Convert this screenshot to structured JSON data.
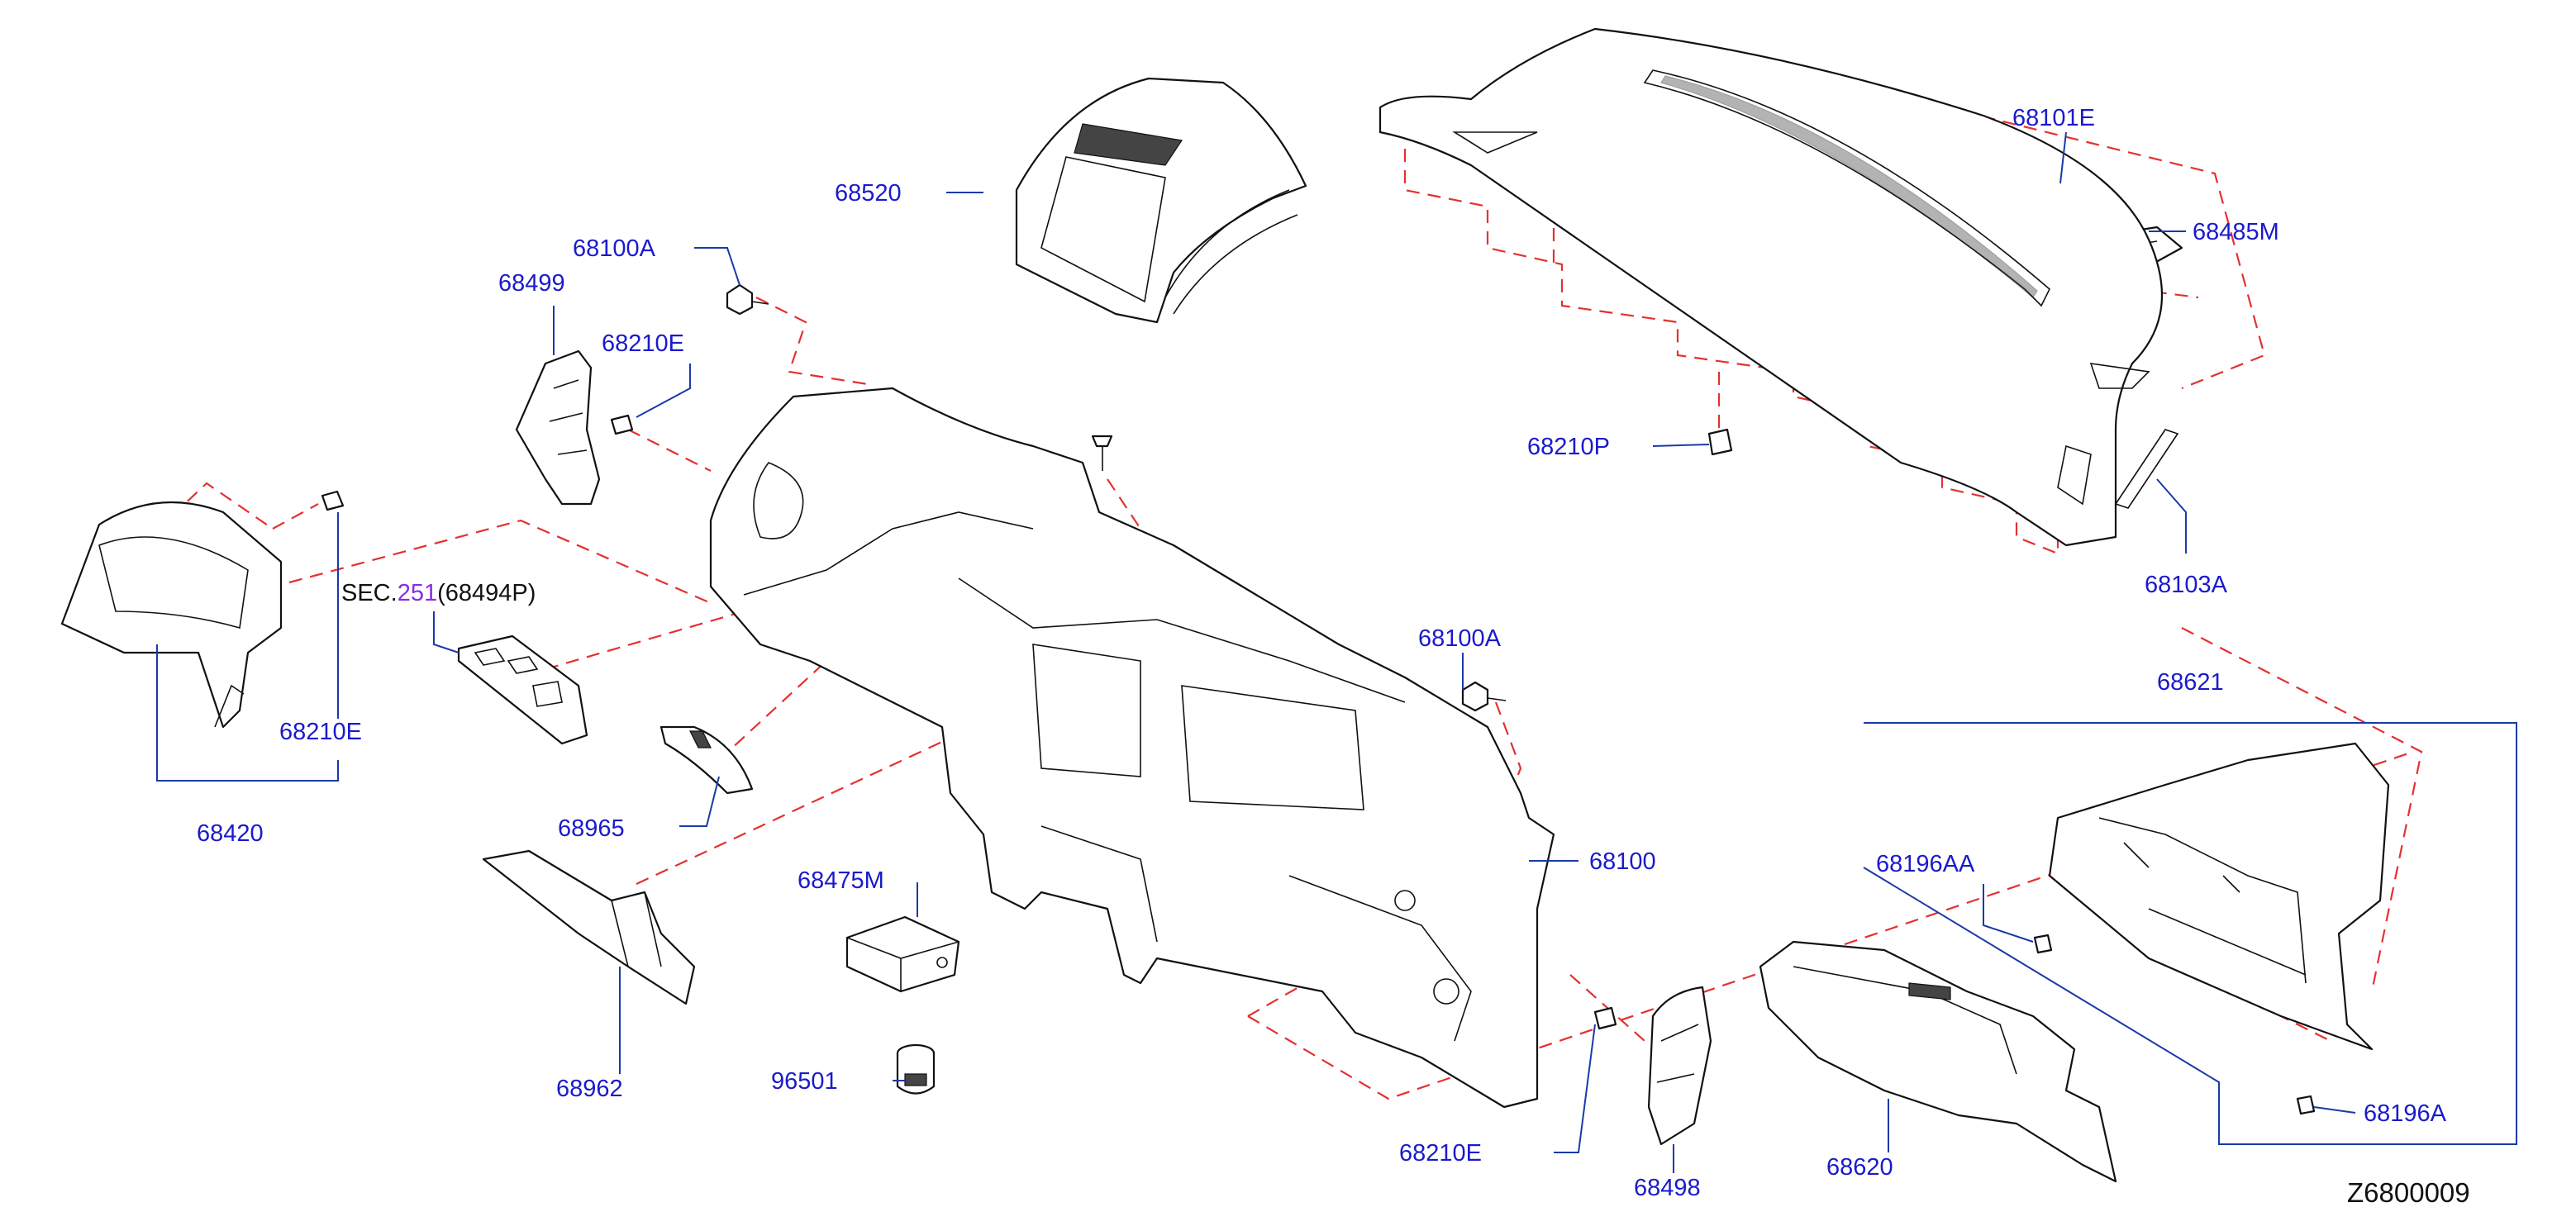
{
  "diagram_id": "Z6800009",
  "section_ref": {
    "prefix": "SEC.",
    "number": "251",
    "suffix": "(68494P)"
  },
  "colors": {
    "label": "#1a1acc",
    "leader": "#1a3aa8",
    "dash": "#e53030",
    "line": "#111111",
    "section_number": "#8a2be2"
  },
  "labels": {
    "p68520": "68520",
    "p68101E": "68101E",
    "p68485M": "68485M",
    "p68100A_top": "68100A",
    "p68499": "68499",
    "p68210E_top": "68210E",
    "p68210P": "68210P",
    "p68103A": "68103A",
    "p68210E_left": "68210E",
    "p68420": "68420",
    "p68965": "68965",
    "p68100A_mid": "68100A",
    "p68621": "68621",
    "p68196AA": "68196AA",
    "p68100": "68100",
    "p68475M": "68475M",
    "p68962": "68962",
    "p96501": "96501",
    "p68210E_bottom": "68210E",
    "p68498": "68498",
    "p68620": "68620",
    "p68196A": "68196A"
  }
}
